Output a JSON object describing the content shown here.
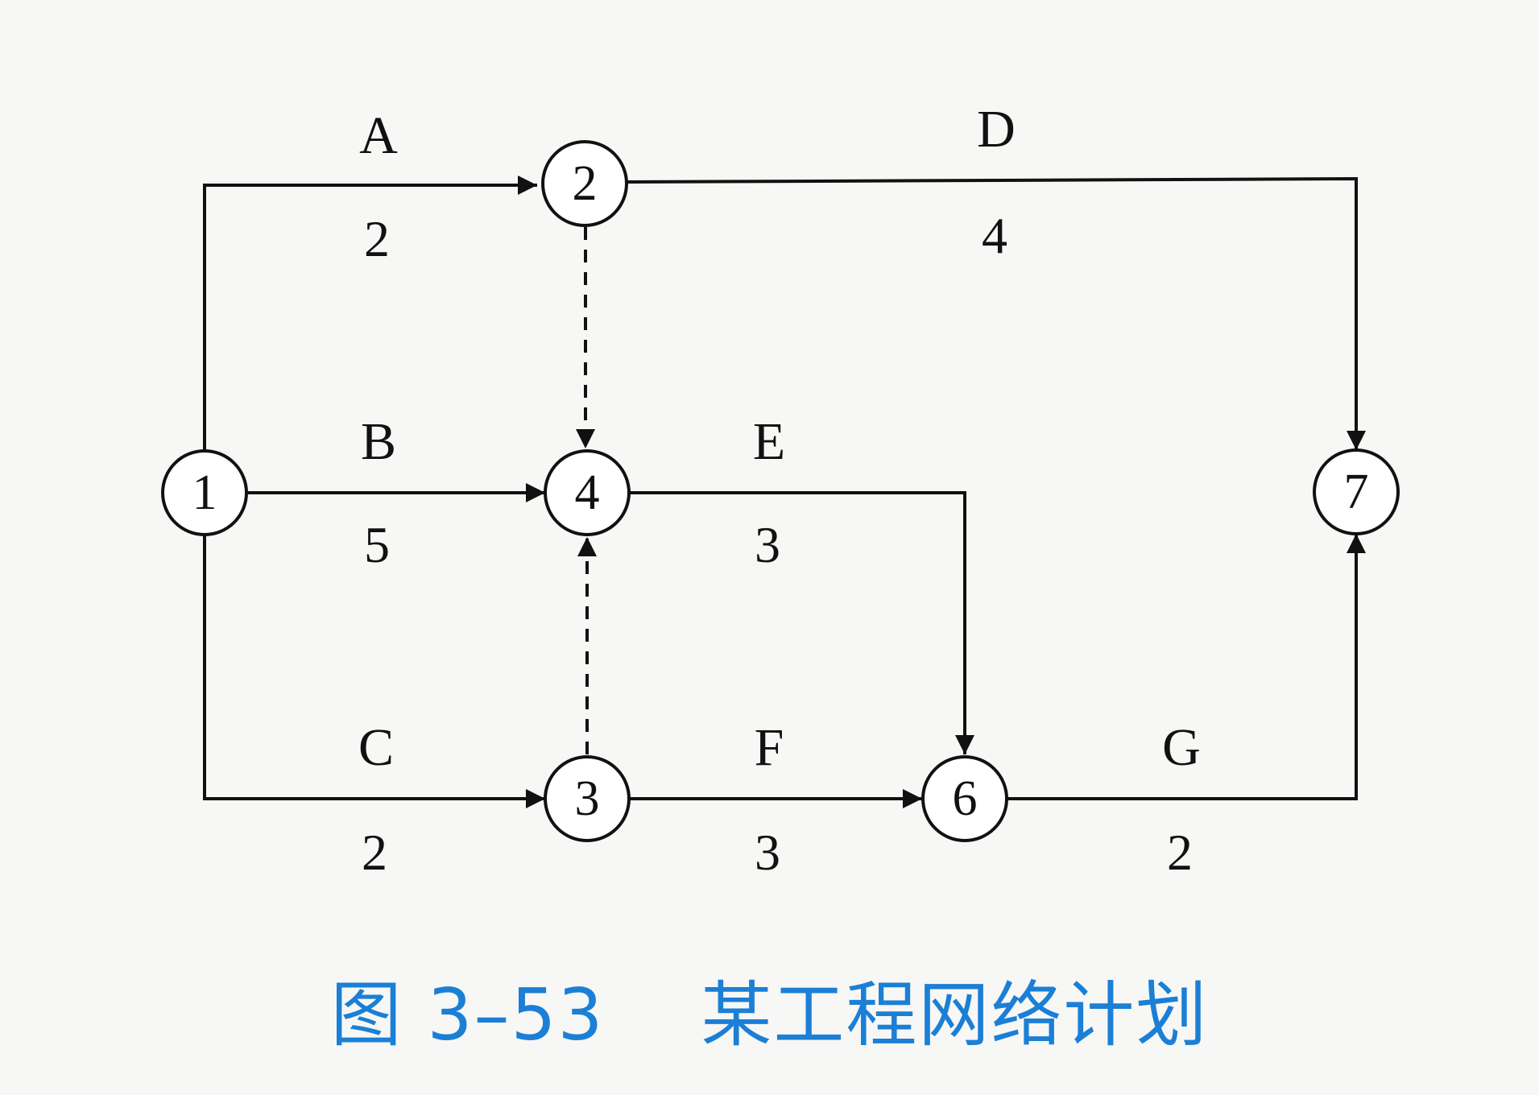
{
  "caption": {
    "figure_number": "图 3–53",
    "title": "某工程网络计划"
  },
  "colors": {
    "caption": "#1b7fd6",
    "ink": "#111111"
  },
  "nodes": [
    {
      "id": "1",
      "label": "1"
    },
    {
      "id": "2",
      "label": "2"
    },
    {
      "id": "3",
      "label": "3"
    },
    {
      "id": "4",
      "label": "4"
    },
    {
      "id": "6",
      "label": "6"
    },
    {
      "id": "7",
      "label": "7"
    }
  ],
  "activities": [
    {
      "name": "A",
      "duration": "2",
      "from": "1",
      "to": "2",
      "dummy": false
    },
    {
      "name": "B",
      "duration": "5",
      "from": "1",
      "to": "4",
      "dummy": false
    },
    {
      "name": "C",
      "duration": "2",
      "from": "1",
      "to": "3",
      "dummy": false
    },
    {
      "name": "D",
      "duration": "4",
      "from": "2",
      "to": "7",
      "dummy": false
    },
    {
      "name": "E",
      "duration": "3",
      "from": "4",
      "to": "6",
      "dummy": false
    },
    {
      "name": "F",
      "duration": "3",
      "from": "3",
      "to": "6",
      "dummy": false
    },
    {
      "name": "G",
      "duration": "2",
      "from": "6",
      "to": "7",
      "dummy": false
    },
    {
      "name": "",
      "duration": "",
      "from": "2",
      "to": "4",
      "dummy": true
    },
    {
      "name": "",
      "duration": "",
      "from": "3",
      "to": "4",
      "dummy": true
    }
  ]
}
